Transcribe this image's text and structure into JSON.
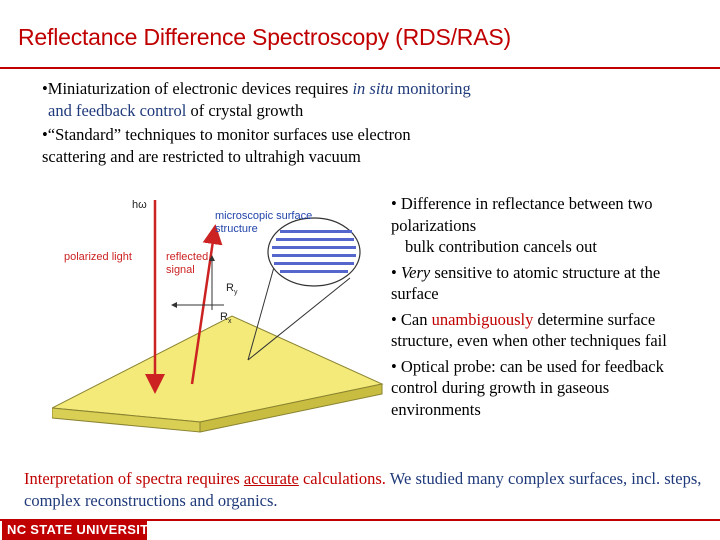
{
  "title": "Reflectance Difference Spectroscopy (RDS/RAS)",
  "top_bullets": {
    "b1_part1": "•Miniaturization of electronic devices requires ",
    "b1_italic": "in situ",
    "b1_part2": " monitoring",
    "b1_line2_blue": "and feedback control",
    "b1_line2_rest": " of crystal growth",
    "b2_line1": "•“Standard” techniques to monitor surfaces use electron",
    "b2_line2": "scattering and are restricted to ultrahigh vacuum"
  },
  "right_bullets": {
    "r1_line": "• Difference in reflectance between two polarizations",
    "r1_sub": "bulk contribution cancels out",
    "r2_italic": "Very",
    "r2_rest": " sensitive to atomic structure at the surface",
    "r2_prefix": "• ",
    "r3_prefix": "• Can ",
    "r3_red": "unambiguously",
    "r3_rest": " determine surface structure, even when other techniques fail",
    "r4": "• Optical probe: can be used for feedback control during growth in gaseous environments"
  },
  "bottom": {
    "part1": "Interpretation of spectra requires ",
    "underline": "accurate",
    "part2": " calculations.",
    "part3": "  We studied many complex surfaces, incl. steps, complex reconstructions and organics."
  },
  "diagram": {
    "h_omega": "hω",
    "micro_line1": "microscopic surface",
    "micro_line2": "structure",
    "polarized": "polarized light",
    "reflected1": "reflected",
    "reflected2": "signal",
    "ry": "R",
    "ry_sub": "y",
    "rx": "R",
    "rx_sub": "x"
  },
  "footer": {
    "logo": "NC STATE UNIVERSITY"
  },
  "colors": {
    "accent_red": "#c00000",
    "text_blue": "#1f3a7a",
    "diagram_red": "#cc2222",
    "slab_yellow": "#f3ea7a"
  }
}
